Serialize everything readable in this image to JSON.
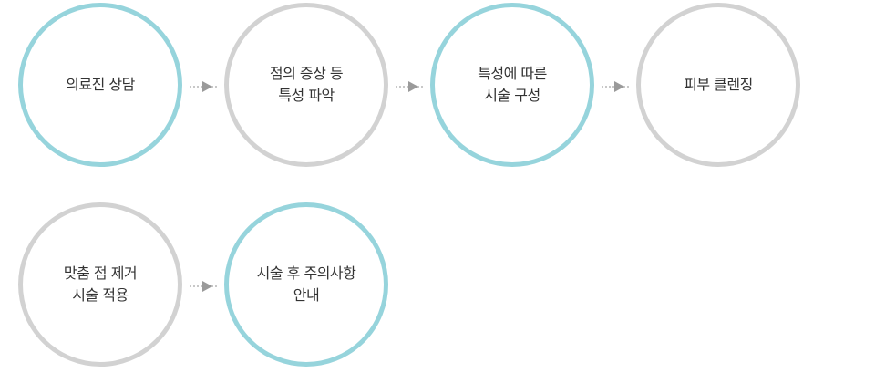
{
  "colors": {
    "accent": "#96d4dc",
    "neutral": "#d2d2d2",
    "text": "#333333",
    "arrow": "#9a9a9a"
  },
  "steps": [
    {
      "label": "의료진 상담",
      "style": "accent"
    },
    {
      "label": "점의 증상 등\n특성 파악",
      "style": "neutral"
    },
    {
      "label": "특성에 따른\n시술 구성",
      "style": "accent"
    },
    {
      "label": "피부 클렌징",
      "style": "neutral"
    },
    {
      "label": "맞춤 점 제거\n시술 적용",
      "style": "neutral"
    },
    {
      "label": "시술 후 주의사항\n안내",
      "style": "accent"
    }
  ]
}
